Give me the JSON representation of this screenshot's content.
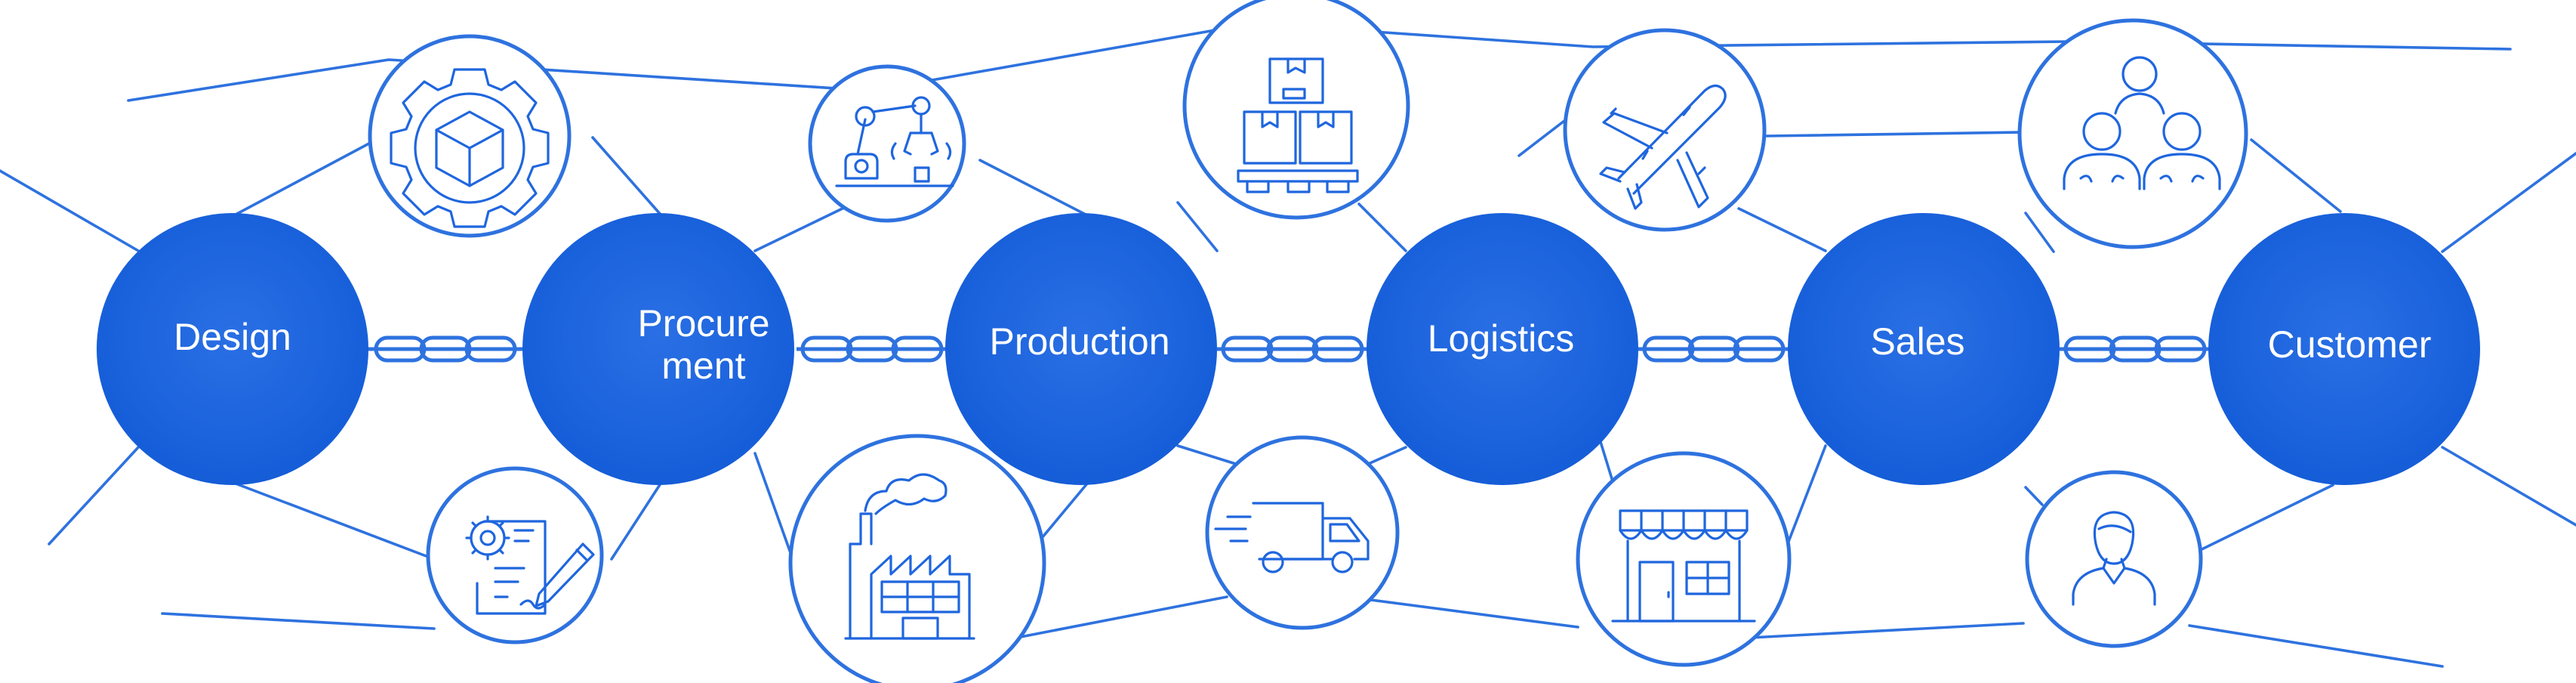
{
  "colors": {
    "primary": "#1f66de",
    "stage_fill": "#1a62dc",
    "line": "#2e72df",
    "background": "#ffffff",
    "label": "#ffffff"
  },
  "stages": [
    {
      "id": "design",
      "label": "Design",
      "label_lines": [
        "Design"
      ]
    },
    {
      "id": "procurement",
      "label": "Procurement",
      "label_lines": [
        "Procure",
        "ment"
      ]
    },
    {
      "id": "production",
      "label": "Production",
      "label_lines": [
        "Production"
      ]
    },
    {
      "id": "logistics",
      "label": "Logistics",
      "label_lines": [
        "Logistics"
      ]
    },
    {
      "id": "sales",
      "label": "Sales",
      "label_lines": [
        "Sales"
      ]
    },
    {
      "id": "customer",
      "label": "Customer",
      "label_lines": [
        "Customer"
      ]
    }
  ],
  "icons": [
    {
      "id": "gear-cube",
      "icon": "gear-cube-icon"
    },
    {
      "id": "document-gear",
      "icon": "document-gear-icon"
    },
    {
      "id": "robot-arm",
      "icon": "robot-arm-icon"
    },
    {
      "id": "factory",
      "icon": "factory-icon"
    },
    {
      "id": "pallet-boxes",
      "icon": "pallet-boxes-icon"
    },
    {
      "id": "delivery-truck",
      "icon": "delivery-truck-icon"
    },
    {
      "id": "airplane",
      "icon": "airplane-icon"
    },
    {
      "id": "storefront",
      "icon": "storefront-icon"
    },
    {
      "id": "people-group",
      "icon": "people-group-icon"
    },
    {
      "id": "person",
      "icon": "person-icon"
    }
  ],
  "connectors": [
    {
      "from": "design",
      "to": "procurement",
      "type": "chain"
    },
    {
      "from": "procurement",
      "to": "production",
      "type": "chain"
    },
    {
      "from": "production",
      "to": "logistics",
      "type": "chain"
    },
    {
      "from": "logistics",
      "to": "sales",
      "type": "chain"
    },
    {
      "from": "sales",
      "to": "customer",
      "type": "chain"
    }
  ]
}
